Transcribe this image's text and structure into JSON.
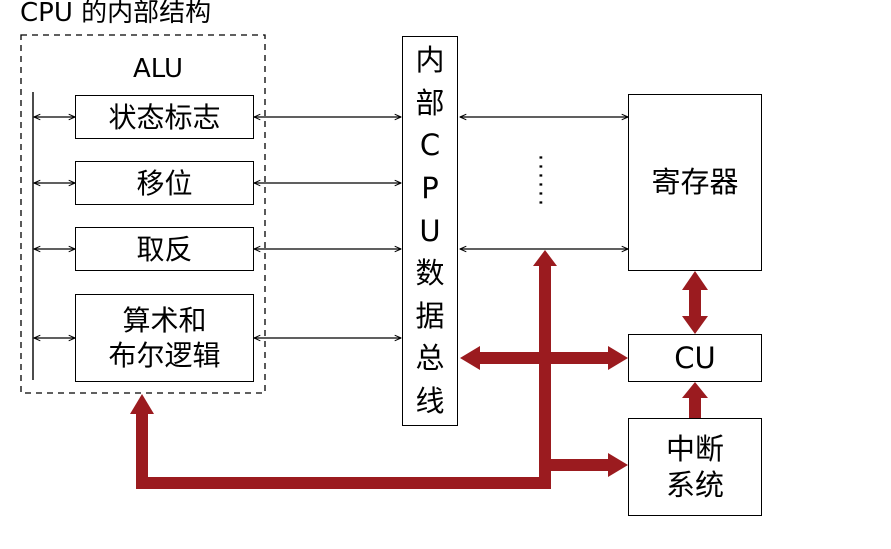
{
  "title": "CPU 的内部结构",
  "alu": {
    "label": "ALU",
    "units": [
      {
        "key": "status",
        "lines": [
          "状态标志"
        ]
      },
      {
        "key": "shift",
        "lines": [
          "移位"
        ]
      },
      {
        "key": "negate",
        "lines": [
          "取反"
        ]
      },
      {
        "key": "arith",
        "lines": [
          "算术和",
          "布尔逻辑"
        ]
      }
    ]
  },
  "bus": {
    "chars": [
      "内",
      "部",
      "C",
      "P",
      "U",
      "数",
      "据",
      "总",
      "线"
    ]
  },
  "registers": {
    "label": "寄存器",
    "ellipsis": "······"
  },
  "cu": {
    "label": "CU"
  },
  "interrupt": {
    "lines": [
      "中断",
      "系统"
    ]
  },
  "colors": {
    "line": "#000000",
    "control_bus": "#9b1b1f",
    "dash": "#000000"
  }
}
